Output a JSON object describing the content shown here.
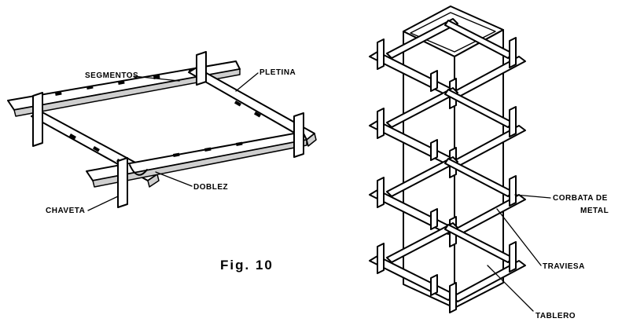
{
  "figure": {
    "caption": "Fig. 10"
  },
  "labels": {
    "segmentos": "SEGMENTOS",
    "pletina": "PLETINA",
    "doblez": "DOBLEZ",
    "chaveta": "CHAVETA",
    "corbata_line1": "CORBATA DE",
    "corbata_line2": "METAL",
    "traviesa": "TRAVIESA",
    "tablero": "TABLERO"
  }
}
